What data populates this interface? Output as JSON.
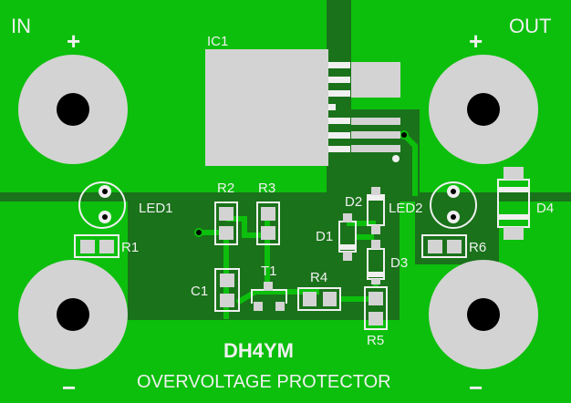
{
  "board": {
    "title": "DH4YM",
    "subtitle": "OVERVOLTAGE PROTECTOR",
    "in_label": "IN",
    "out_label": "OUT",
    "plus": "+",
    "minus": "−",
    "colors": {
      "copper": "#0cbf0c",
      "substrate": "#1a721a",
      "pad": "#d3d3d3",
      "silk": "#f0f0f0"
    }
  },
  "components": {
    "ic1": "IC1",
    "r1": "R1",
    "r2": "R2",
    "r3": "R3",
    "r4": "R4",
    "r5": "R5",
    "r6": "R6",
    "c1": "C1",
    "t1": "T1",
    "d1": "D1",
    "d2": "D2",
    "d3": "D3",
    "d4": "D4",
    "led1": "LED1",
    "led2": "LED2"
  }
}
